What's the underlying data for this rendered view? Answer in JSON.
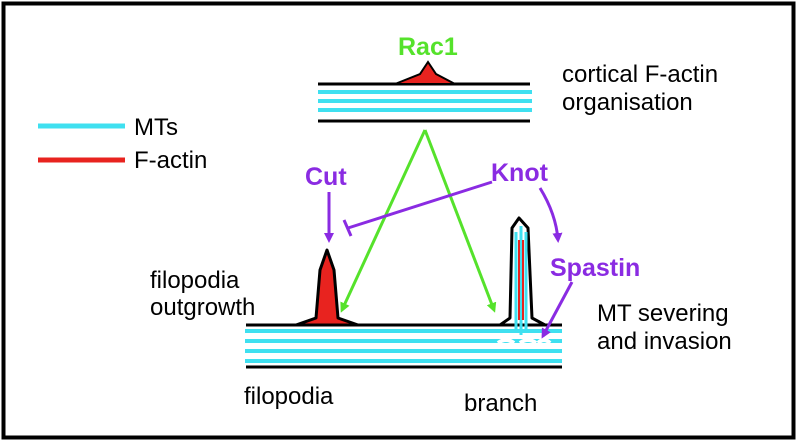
{
  "colors": {
    "microtubule": "#3fe0f0",
    "f_actin": "#e8231f",
    "green_arrow": "#55e22b",
    "purple": "#8a2be2",
    "outline": "#000000"
  },
  "legend": {
    "mts_label": "MTs",
    "factin_label": "F-actin"
  },
  "nodes": {
    "rac1": "Rac1",
    "cut": "Cut",
    "knot": "Knot",
    "spastin": "Spastin"
  },
  "labels": {
    "cortical_line1": "cortical F-actin",
    "cortical_line2": "organisation",
    "filopodia_line1": "filopodia",
    "filopodia_line2": "outgrowth",
    "severing_line1": "MT severing",
    "severing_line2": "and invasion",
    "bottom_filopodia": "filopodia",
    "bottom_branch": "branch"
  }
}
